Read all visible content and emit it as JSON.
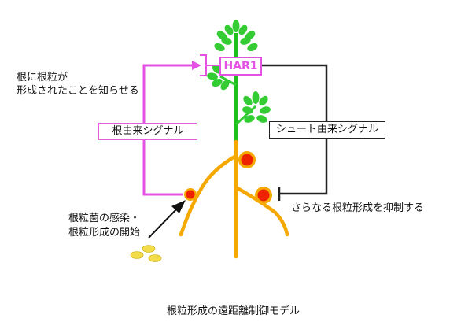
{
  "labels": {
    "root_signal_effect_line1": "根に根粒が",
    "root_signal_effect_line2": "形成されたことを知らせる",
    "root_signal": "根由来シグナル",
    "gene": "HAR1",
    "shoot_signal": "シュート由来シグナル",
    "inhibit_further": "さらなる根粒形成を抑制する",
    "infection_line1": "根粒菌の感染・",
    "infection_line2": "根粒形成の開始",
    "caption": "根粒形成の遠距離制御モデル"
  },
  "colors": {
    "shoot": "#1cc01c",
    "leaf": "#33cc33",
    "root": "#f5a800",
    "nodule_outer": "#f5a800",
    "nodule_inner": "#ee2200",
    "root_signal": "#e452e4",
    "shoot_signal": "#222222",
    "bacteria": "#f2dc4a"
  }
}
